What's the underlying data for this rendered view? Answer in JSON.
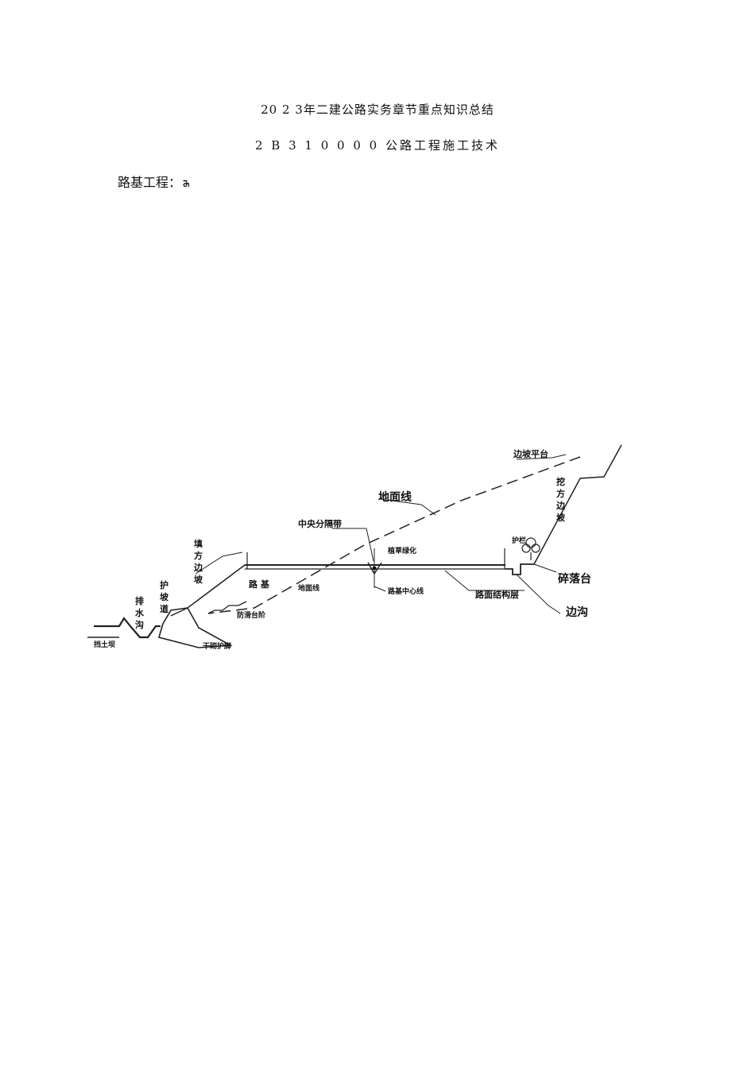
{
  "document": {
    "title": "20 2 3年二建公路实务章节重点知识总结",
    "subtitle": "2 B 3 1 0 0 0 0  公路工程施工技术",
    "section_heading": "路基工程：",
    "section_mark": "ꔕ"
  },
  "diagram": {
    "labels": {
      "slope_platform": "边坡平台",
      "ground_line_top": "地面线",
      "cut_slope": [
        "挖",
        "方",
        "边",
        "坡"
      ],
      "median": "中央分隔带",
      "planting": "植草绿化",
      "guardrail": "护栏",
      "fill_slope": [
        "填",
        "方",
        "边",
        "坡"
      ],
      "roadbed": "路  基",
      "ground_line_low": "地面线",
      "centerline": "路基中心线",
      "pavement_layer": "路面结构层",
      "rubble_platform": "碎落台",
      "side_ditch": "边沟",
      "berm": [
        "护",
        "坡",
        "道"
      ],
      "drain": [
        "排",
        "水",
        "沟"
      ],
      "anti_slide": "防滑台阶",
      "dry_wall": "干砌护脚",
      "retaining": "挡土坝"
    }
  }
}
